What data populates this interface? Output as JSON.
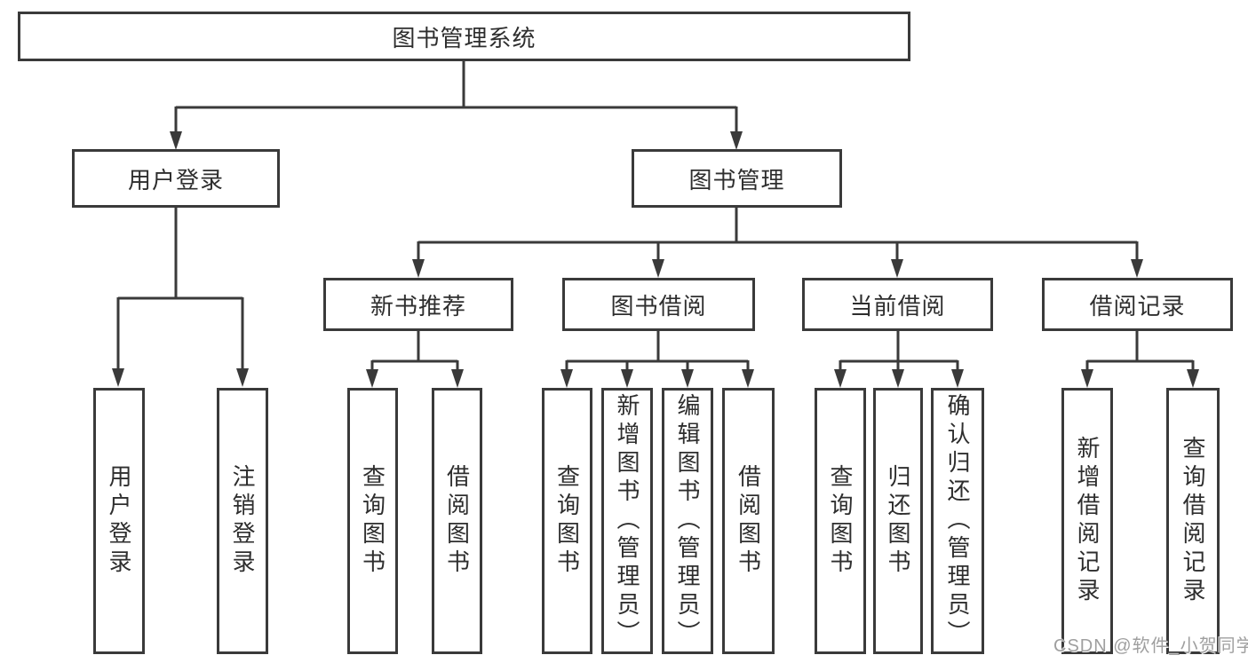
{
  "tree": {
    "root": {
      "label": "图书管理系统"
    },
    "level1": [
      {
        "id": "user-login",
        "label": "用户登录"
      },
      {
        "id": "book-management",
        "label": "图书管理"
      }
    ],
    "level2": [
      {
        "id": "new-book-recommend",
        "label": "新书推荐",
        "parent": "图书管理"
      },
      {
        "id": "book-borrowing",
        "label": "图书借阅",
        "parent": "图书管理"
      },
      {
        "id": "current-borrowing",
        "label": "当前借阅",
        "parent": "图书管理"
      },
      {
        "id": "borrowing-records",
        "label": "借阅记录",
        "parent": "图书管理"
      }
    ],
    "leaves": [
      {
        "label": "用户登录",
        "parent": "用户登录"
      },
      {
        "label": "注销登录",
        "parent": "用户登录"
      },
      {
        "label": "查询图书",
        "parent": "新书推荐"
      },
      {
        "label": "借阅图书",
        "parent": "新书推荐"
      },
      {
        "label": "查询图书",
        "parent": "图书借阅"
      },
      {
        "label": "新增图书（管理员）",
        "parent": "图书借阅"
      },
      {
        "label": "编辑图书（管理员）",
        "parent": "图书借阅"
      },
      {
        "label": "借阅图书",
        "parent": "图书借阅"
      },
      {
        "label": "查询图书",
        "parent": "当前借阅"
      },
      {
        "label": "归还图书",
        "parent": "当前借阅"
      },
      {
        "label": "确认归还（管理员）",
        "parent": "当前借阅"
      },
      {
        "label": "新增借阅记录",
        "parent": "借阅记录"
      },
      {
        "label": "查询借阅记录",
        "parent": "借阅记录"
      }
    ]
  },
  "watermark": {
    "text": "CSDN @软件_小贺同学"
  },
  "colors": {
    "line": "#3a3a3a",
    "text": "#2e2e2e",
    "background": "#ffffff",
    "watermark": "#9f9f9f"
  }
}
